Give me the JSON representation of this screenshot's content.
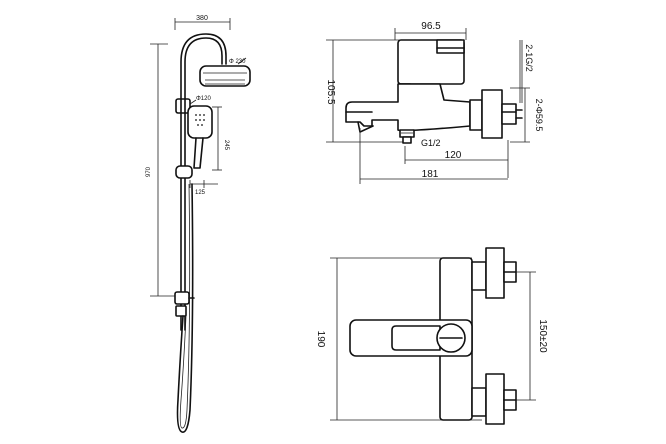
{
  "shower_column": {
    "overhead_width": "380",
    "head_diameter": "Φ 230",
    "hand_shower_diameter": "Φ120",
    "hand_shower_length": "245",
    "handle_offset": "125",
    "total_height": "970"
  },
  "side_view": {
    "body_width": "96.5",
    "height": "105.5",
    "inlet_thread": "2-1G/2",
    "inlet_diameter": "2-Φ59.5",
    "outlet_thread": "G1/2",
    "spout_to_wall": "120",
    "total_depth": "181"
  },
  "top_view": {
    "length": "190",
    "center_distance": "150±20"
  }
}
